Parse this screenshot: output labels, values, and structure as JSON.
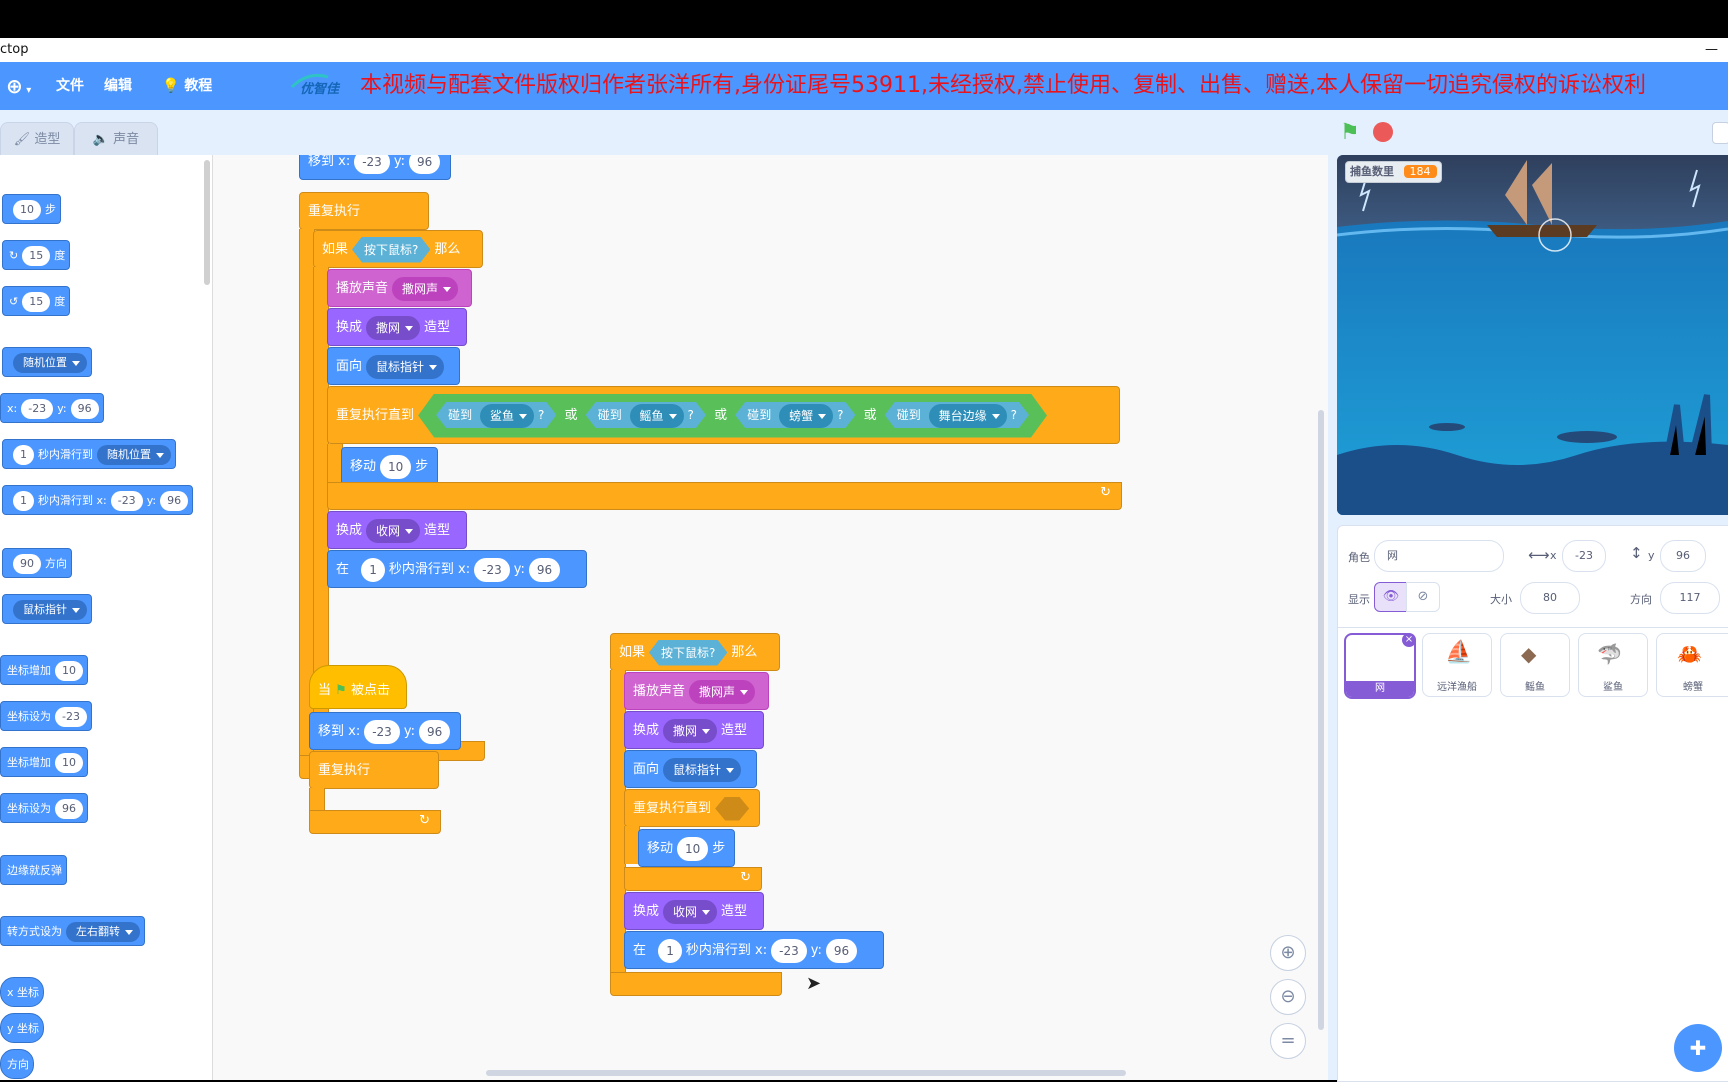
{
  "window": {
    "title": "ctop"
  },
  "menubar": {
    "file": "文件",
    "edit": "编辑",
    "tutorial": "教程",
    "logo_text": "优智佳",
    "banner": "本视频与配套文件版权归作者张洋所有,身份证尾号53911,未经授权,禁止使用、复制、出售、赠送,本人保留一切追究侵权的诉讼权利"
  },
  "tabs": {
    "costume": "造型",
    "sound": "声音"
  },
  "palette": {
    "move_steps": "10",
    "steps_label": "步",
    "turn_right": "15",
    "turn_left": "15",
    "degree_label": "度",
    "random_pos": "随机位置",
    "goto_x": "-23",
    "goto_y": "96",
    "glide1_secs": "1",
    "glide1_label": "秒内滑行到",
    "glide1_target": "随机位置",
    "glide2_secs": "1",
    "glide2_label": "秒内滑行到 x:",
    "glide2_x": "-23",
    "glide2_y": "96",
    "direction_val": "90",
    "direction_label": "方向",
    "mouse_pointer": "鼠标指针",
    "change_x_label": "坐标增加",
    "change_x_val": "10",
    "set_x_label": "坐标设为",
    "set_x_val": "-23",
    "change_y_label": "坐标增加",
    "change_y_val": "10",
    "set_y_label": "坐标设为",
    "set_y_val": "96",
    "bounce": "边缘就反弹",
    "rotation_label": "转方式设为",
    "rotation_val": "左右翻转",
    "x_pos": "x 坐标",
    "y_pos": "y 坐标",
    "direction": "方向",
    "x_prefix": "x:",
    "y_prefix": "y:"
  },
  "script1": {
    "goto_label": "移到 x:",
    "goto_x": "-23",
    "goto_y": "96",
    "y_label": "y:",
    "forever": "重复执行",
    "if": "如果",
    "mouse_down": "按下鼠标?",
    "then": "那么",
    "play_sound": "播放声音",
    "sound1": "撒网声",
    "switch_costume": "换成",
    "costume1": "撒网",
    "costume_suffix": "造型",
    "point_towards": "面向",
    "pointer": "鼠标指针",
    "repeat_until": "重复执行直到",
    "touching": "碰到",
    "shark": "鲨鱼",
    "ray": "鳐鱼",
    "crab": "螃蟹",
    "edge": "舞台边缘",
    "or": "或",
    "q": "?",
    "move": "移动",
    "move_val": "10",
    "steps": "步",
    "costume2": "收网",
    "in": "在",
    "glide_secs": "1",
    "glide_label": "秒内滑行到 x:",
    "glide_x": "-23",
    "glide_y": "96"
  },
  "script2": {
    "when": "当",
    "clicked": "被点击",
    "goto_label": "移到 x:",
    "goto_x": "-23",
    "goto_y": "96",
    "y_label": "y:",
    "forever": "重复执行"
  },
  "script3": {
    "if": "如果",
    "mouse_down": "按下鼠标?",
    "then": "那么",
    "play_sound": "播放声音",
    "sound1": "撒网声",
    "switch_costume": "换成",
    "costume1": "撒网",
    "costume_suffix": "造型",
    "point_towards": "面向",
    "pointer": "鼠标指针",
    "repeat_until": "重复执行直到",
    "move": "移动",
    "move_val": "10",
    "steps": "步",
    "costume2": "收网",
    "in": "在",
    "glide_secs": "1",
    "glide_label": "秒内滑行到 x:",
    "glide_x": "-23",
    "glide_y": "96",
    "y_label": "y:"
  },
  "stage": {
    "monitor_label": "捕鱼数里",
    "monitor_value": "184"
  },
  "sprite_info": {
    "sprite_label": "角色",
    "sprite_name": "网",
    "x_label": "x",
    "x_val": "-23",
    "y_label": "y",
    "y_val": "96",
    "show_label": "显示",
    "size_label": "大小",
    "size_val": "80",
    "direction_label": "方向",
    "direction_val": "117"
  },
  "sprites": [
    "网",
    "远洋渔船",
    "鳐鱼",
    "鲨鱼",
    "螃蟹"
  ],
  "colors": {
    "motion": "#4c97ff",
    "control": "#ffab19",
    "looks": "#9966ff",
    "sound": "#cf63cf",
    "sensing": "#5cb1d6",
    "operator": "#59c059",
    "banner": "#e8141d"
  }
}
